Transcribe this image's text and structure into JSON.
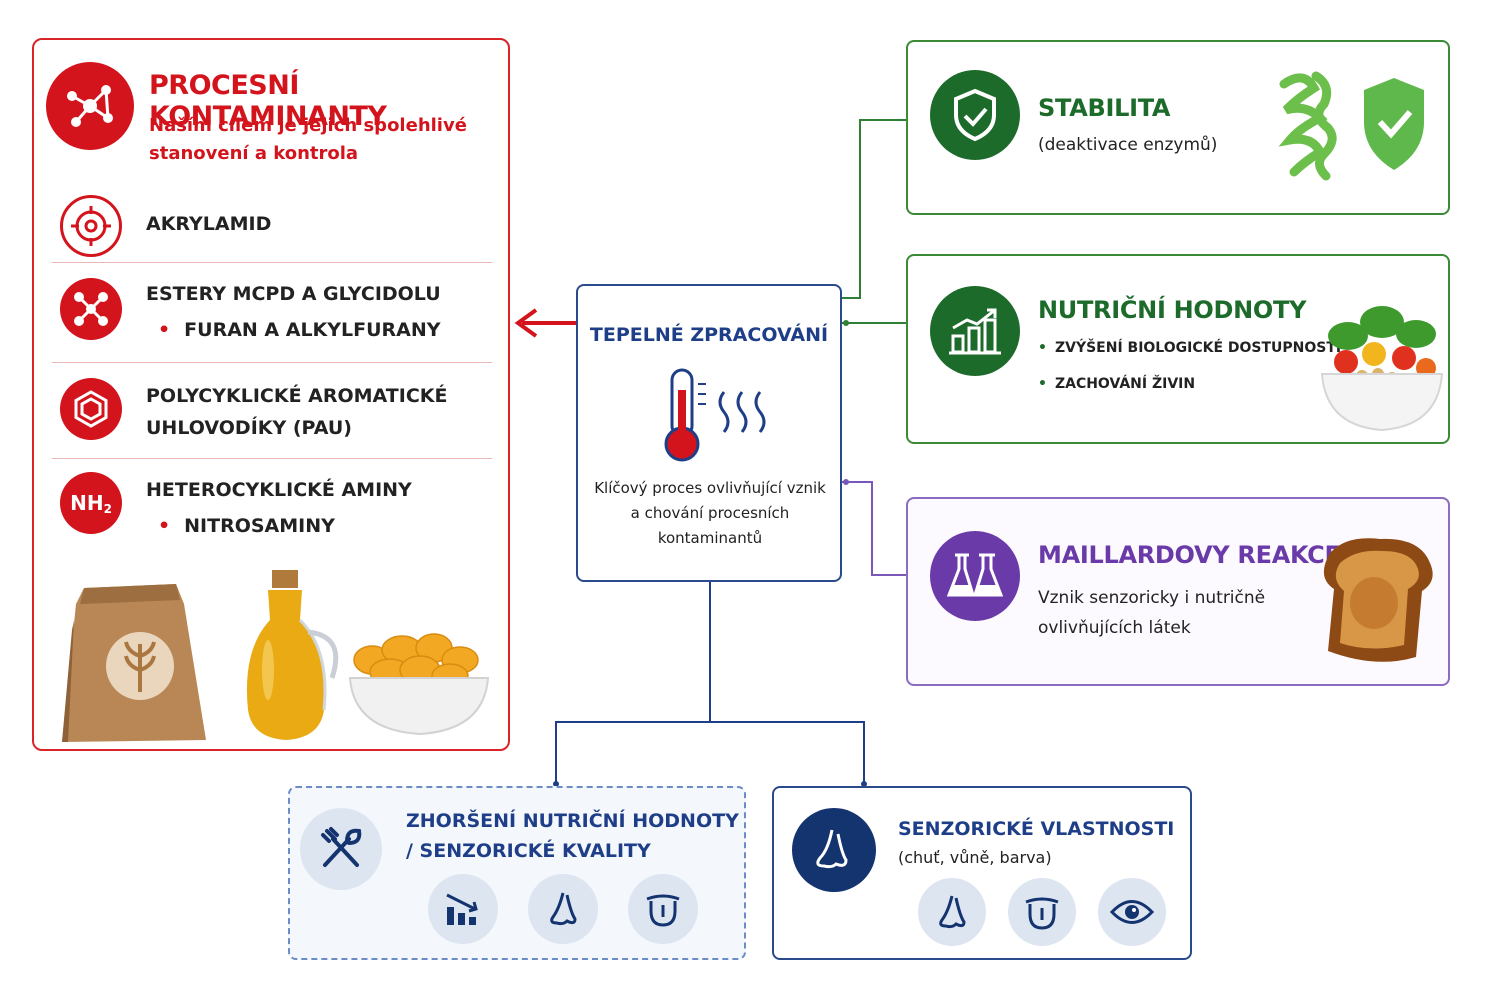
{
  "contaminants": {
    "title": "PROCESNÍ KONTAMINANTY",
    "subtitle": "Naším cílem je jejich spolehlivé stanovení a kontrola",
    "items": [
      {
        "line1": "AKRYLAMID",
        "line2": ""
      },
      {
        "line1": "ESTERY MCPD A GLYCIDOLU",
        "line2": "FURAN A ALKYLFURANY"
      },
      {
        "line1": "POLYCYKLICKÉ AROMATICKÉ",
        "line2": "UHLOVODÍKY (PAU)"
      },
      {
        "line1": "HETEROCYKLICKÉ AMINY",
        "line2": "NITROSAMINY"
      }
    ],
    "nh2_label": "NH",
    "nh2_sub": "2"
  },
  "center": {
    "title": "TEPELNÉ ZPRACOVÁNÍ",
    "text": "Klíčový proces ovlivňující vznik a chování procesních kontaminantů"
  },
  "stability": {
    "title": "STABILITA",
    "subtitle": "(deaktivace enzymů)"
  },
  "nutrition": {
    "title": "NUTRIČNÍ HODNOTY",
    "bullets": [
      "ZVÝŠENÍ BIOLOGICKÉ DOSTUPNOSTI",
      "ZACHOVÁNÍ ŽIVIN"
    ]
  },
  "maillard": {
    "title": "MAILLARDOVY REAKCE",
    "text": "Vznik senzoricky i nutričně ovlivňujících látek"
  },
  "deterioration": {
    "line1": "ZHORŠENÍ NUTRIČNÍ HODNOTY",
    "line2": "/ SENZORICKÉ KVALITY"
  },
  "sensory": {
    "title": "SENZORICKÉ VLASTNOSTI",
    "subtitle": "(chuť, vůně, barva)"
  },
  "colors": {
    "red": "#d3141c",
    "blue": "#1e3f88",
    "green": "#1d6b2a",
    "purple": "#6a3aa8"
  }
}
